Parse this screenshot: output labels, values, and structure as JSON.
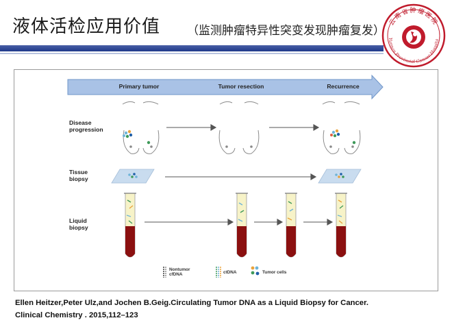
{
  "slide": {
    "title": "液体活检应用价值",
    "subtitle": "（监测肿瘤特异性突变发现肿瘤复发）",
    "logo_text": "Yunnan Provincial Cancer Hospital",
    "logo_cn": "云南省肿瘤医院"
  },
  "diagram": {
    "timeline": [
      "Primary tumor",
      "Tumor resection",
      "Recurrence"
    ],
    "rows": {
      "disease": "Disease\nprogression",
      "tissue": "Tissue\nbiopsy",
      "liquid": "Liquid\nbiopsy"
    },
    "legend": {
      "nontumor": "Nontumor\ncfDNA",
      "ctdna": "ctDNA",
      "cells": "Tumor cells"
    }
  },
  "citation": {
    "line1": "Ellen Heitzer,Peter Ulz,and Jochen B.Geig.Circulating Tumor DNA as a Liquid Biopsy for Cancer.",
    "line2": "Clinical Chemistry . 2015,112–123"
  },
  "colors": {
    "accent": "#1f3a8a",
    "blood": "#8b1010",
    "timeline": "#a9c2e6",
    "logo": "#c01b2c"
  }
}
